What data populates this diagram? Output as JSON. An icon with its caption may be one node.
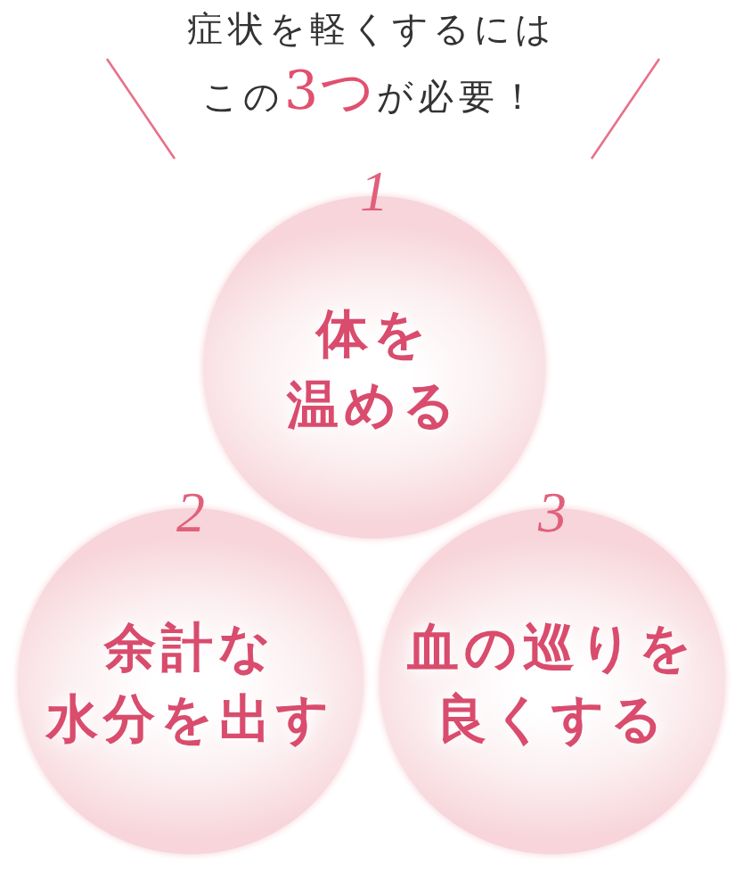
{
  "diagram": {
    "title": "症状を軽くするにはこの**3つ**が必要！",
    "nodes": [
      {
        "text": [
          "1",
          "体を温める"
        ]
      },
      {
        "text": [
          "2",
          "余計な水分を出す"
        ]
      },
      {
        "text": [
          "3",
          "血の巡りを良くする"
        ]
      }
    ]
  }
}
